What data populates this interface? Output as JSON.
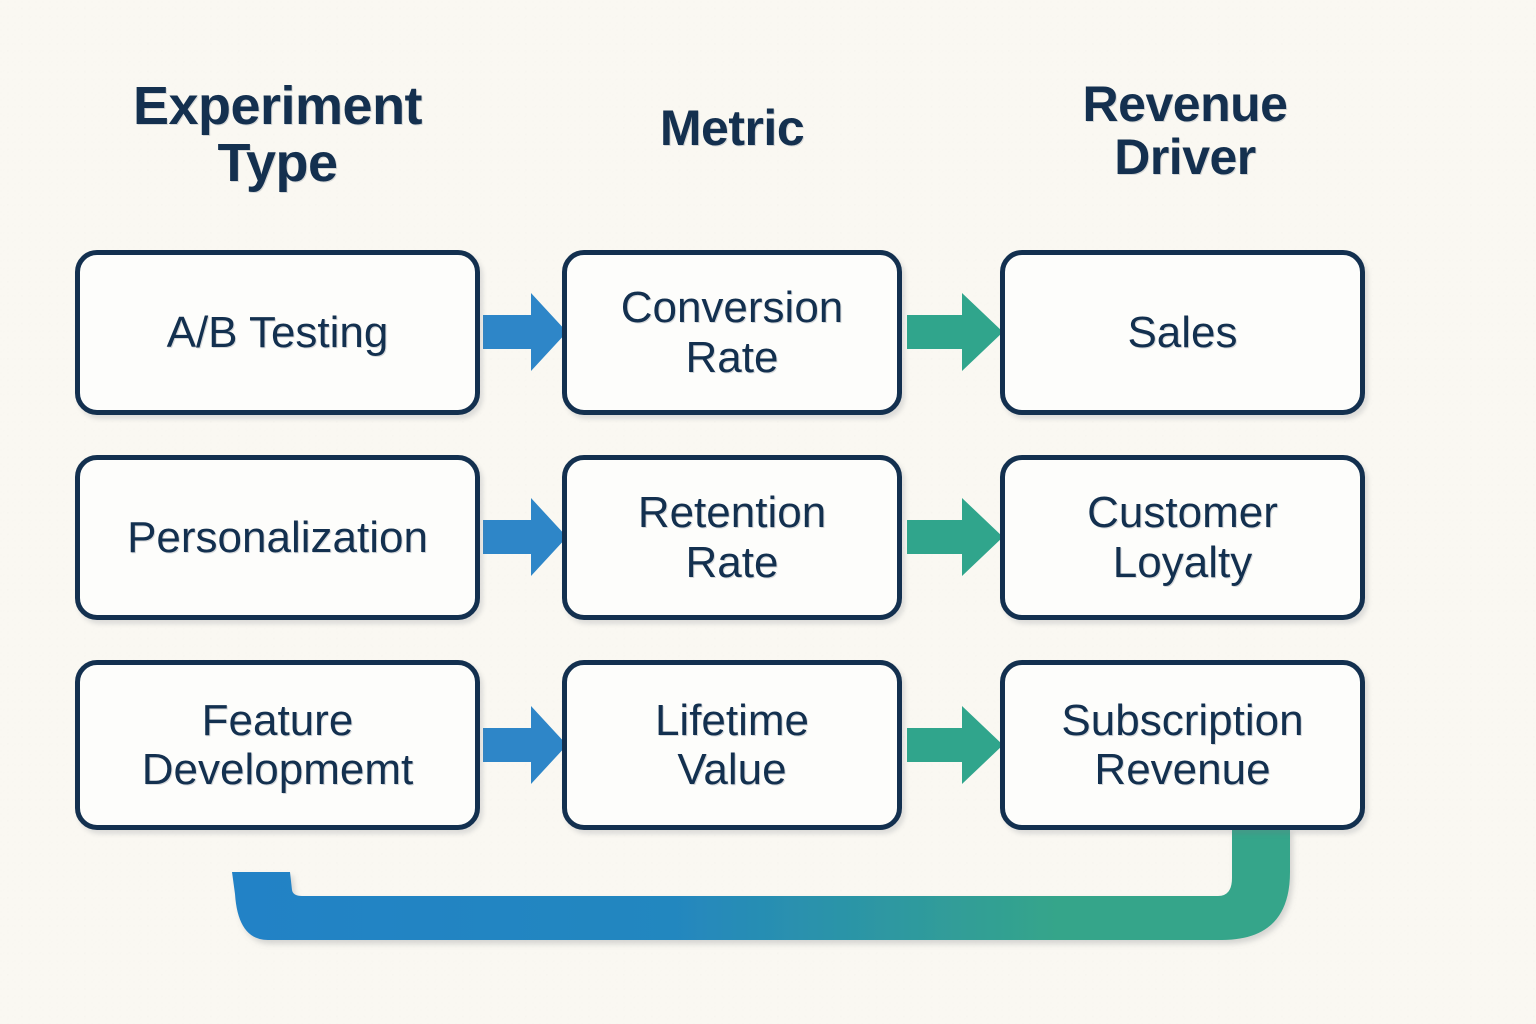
{
  "diagram": {
    "title": "Experiment Type to Metric to Revenue Driver flow",
    "background_color": "#faf8f2",
    "headers": [
      {
        "id": "experiment-type",
        "label": "Experiment\nType"
      },
      {
        "id": "metric",
        "label": "Metric"
      },
      {
        "id": "revenue-driver",
        "label": "Revenue\nDriver"
      }
    ],
    "colors": {
      "node_border": "#13304f",
      "node_fill": "#fdfdfb",
      "text": "#13304f",
      "arrow_blue": "#2e86c8",
      "arrow_green": "#30a58c",
      "loop_gradient_start": "#2382c6",
      "loop_gradient_end": "#35a58a"
    },
    "rows": [
      {
        "id": "row-1",
        "experiment_type": "A/B Testing",
        "metric": "Conversion\nRate",
        "revenue_driver": "Sales",
        "arrow_1_color": "#2e86c8",
        "arrow_2_color": "#30a58c"
      },
      {
        "id": "row-2",
        "experiment_type": "Personalization",
        "metric": "Retention\nRate",
        "revenue_driver": "Customer\nLoyalty",
        "arrow_1_color": "#2e86c8",
        "arrow_2_color": "#30a58c"
      },
      {
        "id": "row-3",
        "experiment_type": "Feature\nDevelopmemt",
        "metric": "Lifetime\nValue",
        "revenue_driver": "Subscription\nRevenue",
        "arrow_1_color": "#2e86c8",
        "arrow_2_color": "#30a58c"
      }
    ],
    "feedback_loop": {
      "id": "feedback-loop",
      "label": "",
      "from": "revenue-driver-column",
      "to": "experiment-type-column",
      "direction": "right-to-left"
    }
  },
  "chart_data": {
    "type": "diagram",
    "subtype": "flow-matrix",
    "title": "Experiment Type → Metric → Revenue Driver",
    "columns": [
      "Experiment Type",
      "Metric",
      "Revenue Driver"
    ],
    "rows": [
      [
        "A/B Testing",
        "Conversion Rate",
        "Sales"
      ],
      [
        "Personalization",
        "Retention Rate",
        "Customer Loyalty"
      ],
      [
        "Feature Developmemt",
        "Lifetime Value",
        "Subscription Revenue"
      ]
    ],
    "edges": [
      {
        "from": "A/B Testing",
        "to": "Conversion Rate",
        "color": "#2e86c8"
      },
      {
        "from": "Conversion Rate",
        "to": "Sales",
        "color": "#30a58c"
      },
      {
        "from": "Personalization",
        "to": "Retention Rate",
        "color": "#2e86c8"
      },
      {
        "from": "Retention Rate",
        "to": "Customer Loyalty",
        "color": "#30a58c"
      },
      {
        "from": "Feature Developmemt",
        "to": "Lifetime Value",
        "color": "#2e86c8"
      },
      {
        "from": "Lifetime Value",
        "to": "Subscription Revenue",
        "color": "#30a58c"
      },
      {
        "from": "Revenue Driver column",
        "to": "Experiment Type column",
        "style": "feedback-loop",
        "color": "gradient #2382c6 → #35a58a"
      }
    ],
    "legend": [],
    "grid": false
  }
}
